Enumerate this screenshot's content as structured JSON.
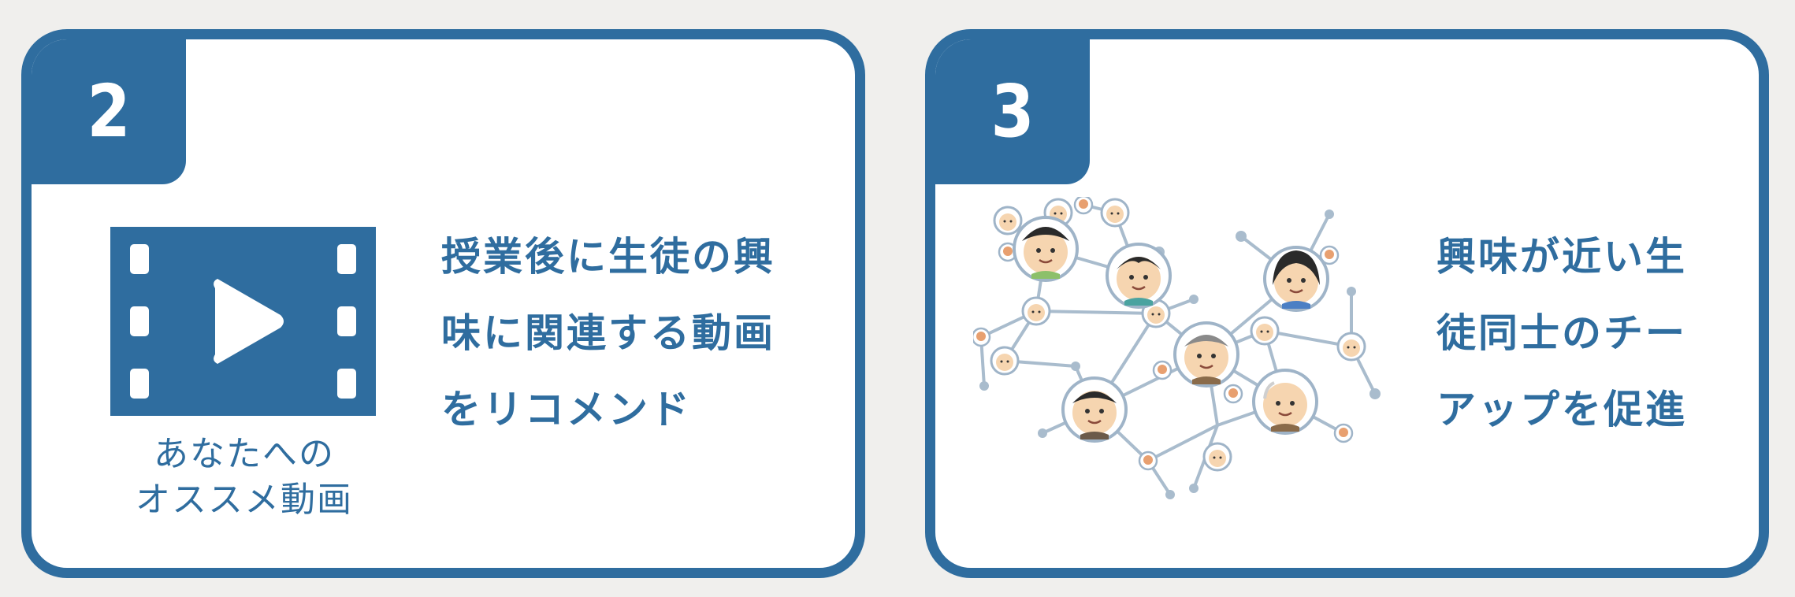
{
  "cards": [
    {
      "number": "2",
      "text_lines": [
        "授業後に生徒の興",
        "味に関連する動画",
        "をリコメンド"
      ],
      "caption_lines": [
        "あなたへの",
        "オススメ動画"
      ],
      "icon": "video-film-play-icon"
    },
    {
      "number": "3",
      "text_lines": [
        "興味が近い生",
        "徒同士のチー",
        "アップを促進"
      ],
      "icon": "people-network-illustration"
    }
  ],
  "colors": {
    "accent": "#2f6d9f",
    "background": "#f0efed",
    "card": "#ffffff"
  }
}
